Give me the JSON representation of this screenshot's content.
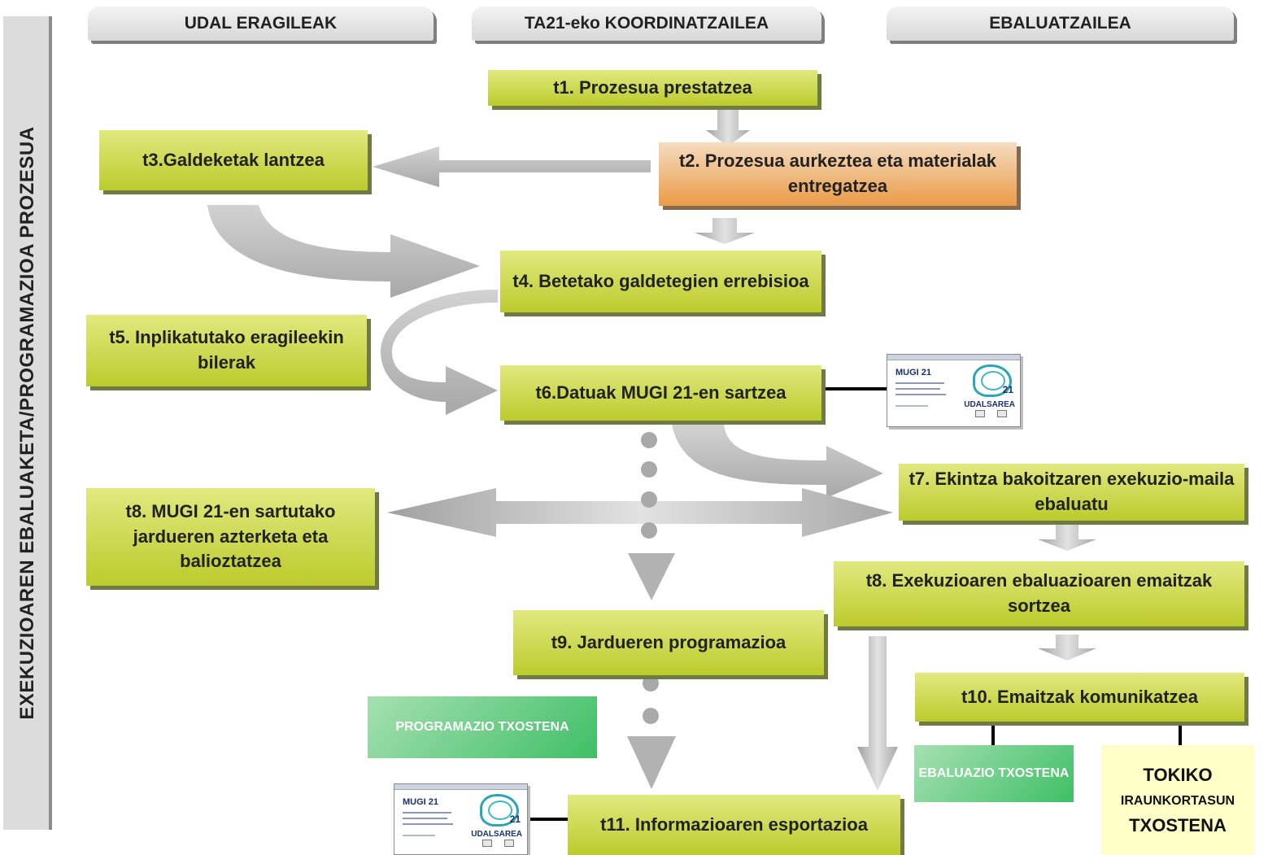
{
  "side_title": "EXEKUZIOAREN EBALUAKETA/PROGRAMAZIOA PROZESUA",
  "columns": [
    "UDAL ERAGILEAK",
    "TA21-eko KOORDINATZAILEA",
    "EBALUATZAILEA"
  ],
  "tasks": {
    "t1": "t1. Prozesua prestatzea",
    "t2": "t2. Prozesua aurkeztea eta materialak entregatzea",
    "t3": "t3.Galdeketak lantzea",
    "t4": "t4. Betetako galdetegien errebisioa",
    "t5": "t5. Inplikatutako eragileekin bilerak",
    "t6": "t6.Datuak MUGI 21-en sartzea",
    "t7": "t7. Ekintza bakoitzaren exekuzio-maila ebaluatu",
    "t8a": "t8. MUGI 21-en sartutako jardueren azterketa eta balioztatzea",
    "t8b": "t8.  Exekuzioaren ebaluazioaren emaitzak sortzea",
    "t9": "t9. Jardueren programazioa",
    "t10": "t10. Emaitzak komunikatzea",
    "t11": "t11. Informazioaren esportazioa"
  },
  "outputs": {
    "programazio": "PROGRAMAZIO TXOSTENA",
    "ebaluazio": "EBALUAZIO TXOSTENA",
    "tokiko_1": "TOKIKO",
    "tokiko_2": "IRAUNKORTASUN",
    "tokiko_3": "TXOSTENA"
  },
  "thumbnail": {
    "title": "MUGI 21",
    "number": "21",
    "brand": "UDALSAREA"
  },
  "colors": {
    "task_light": "#e1e97f",
    "task_dark": "#bccb2c",
    "orange_light": "#f6dcc0",
    "orange_dark": "#ea9b48",
    "report_green": "#3fbf66",
    "report_yellow": "#ffffc8",
    "arrow_grey": "#b4b4b4"
  }
}
